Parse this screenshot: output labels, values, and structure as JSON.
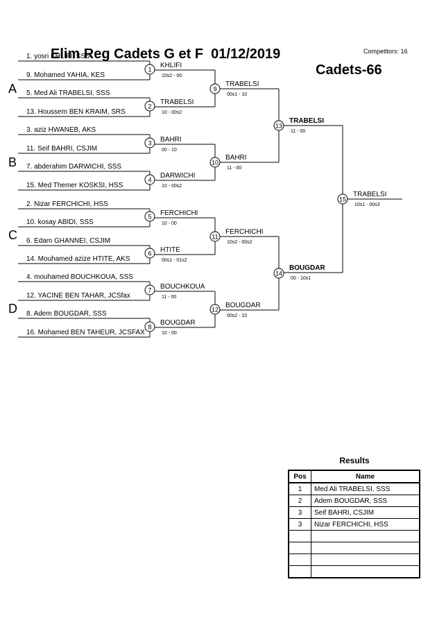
{
  "header": {
    "title": "Elim Reg Cadets G et F  01/12/2019",
    "category": "Cadets-66",
    "competitors": "Competitors: 16"
  },
  "pools": [
    "A",
    "B",
    "C",
    "D"
  ],
  "entries": [
    "1. yosri KHLIFI, SSS",
    "9. Mohamed YAHIA, KES",
    "5. Med Ali TRABELSI, SSS",
    "13. Houssem BEN KRAIM, SRS",
    "3. aziz HWANEB, AKS",
    "11. Seif BAHRI, CSJIM",
    "7. abderahim DARWICHI, SSS",
    "15. Med Themer KOSKSI, HSS",
    "2. Nizar FERCHICHI, HSS",
    "10. kosay ABIDI, SSS",
    "6. Edam GHANNEI, CSJIM",
    "14. Mouhamed azize HTITE, AKS",
    "4. mouhamed BOUCHKOUA, SSS",
    "12. YACINE BEN TAHAR, JCSfax",
    "8. Adem BOUGDAR, SSS",
    "16. Mohamed BEN TAHEUR, JCSFAX"
  ],
  "matches": [
    {
      "num": "1",
      "winner": "KHLIFI",
      "score": "10s2 - 00"
    },
    {
      "num": "2",
      "winner": "TRABELSI",
      "score": "10 - 00s2"
    },
    {
      "num": "3",
      "winner": "BAHRI",
      "score": "00 - 10"
    },
    {
      "num": "4",
      "winner": "DARWICHI",
      "score": "10 - 00s2"
    },
    {
      "num": "5",
      "winner": "FERCHICHI",
      "score": "10 - 00"
    },
    {
      "num": "6",
      "winner": "HTITE",
      "score": "00s1 - 01s2"
    },
    {
      "num": "7",
      "winner": "BOUCHKOUA",
      "score": "11 - 00"
    },
    {
      "num": "8",
      "winner": "BOUGDAR",
      "score": "10 - 00"
    },
    {
      "num": "9",
      "winner": "TRABELSI",
      "score": "00s1 - 10"
    },
    {
      "num": "10",
      "winner": "BAHRI",
      "score": "11 - 00"
    },
    {
      "num": "11",
      "winner": "FERCHICHI",
      "score": "10s2 - 00s2"
    },
    {
      "num": "12",
      "winner": "BOUGDAR",
      "score": "00s2 - 10"
    },
    {
      "num": "13",
      "winner": "TRABELSI",
      "score": "11 - 00"
    },
    {
      "num": "14",
      "winner": "BOUGDAR",
      "score": "00 - 10s1"
    },
    {
      "num": "15",
      "winner": "TRABELSI",
      "score": "10s1 - 00s3"
    }
  ],
  "results": {
    "title": "Results",
    "headers": {
      "pos": "Pos",
      "name": "Name"
    },
    "rows": [
      {
        "pos": "1",
        "name": "Med Ali TRABELSI, SSS"
      },
      {
        "pos": "2",
        "name": "Adem BOUGDAR, SSS"
      },
      {
        "pos": "3",
        "name": "Seif BAHRI, CSJIM"
      },
      {
        "pos": "3",
        "name": "Nizar FERCHICHI, HSS"
      },
      {
        "pos": "",
        "name": ""
      },
      {
        "pos": "",
        "name": ""
      },
      {
        "pos": "",
        "name": ""
      },
      {
        "pos": "",
        "name": ""
      }
    ]
  }
}
